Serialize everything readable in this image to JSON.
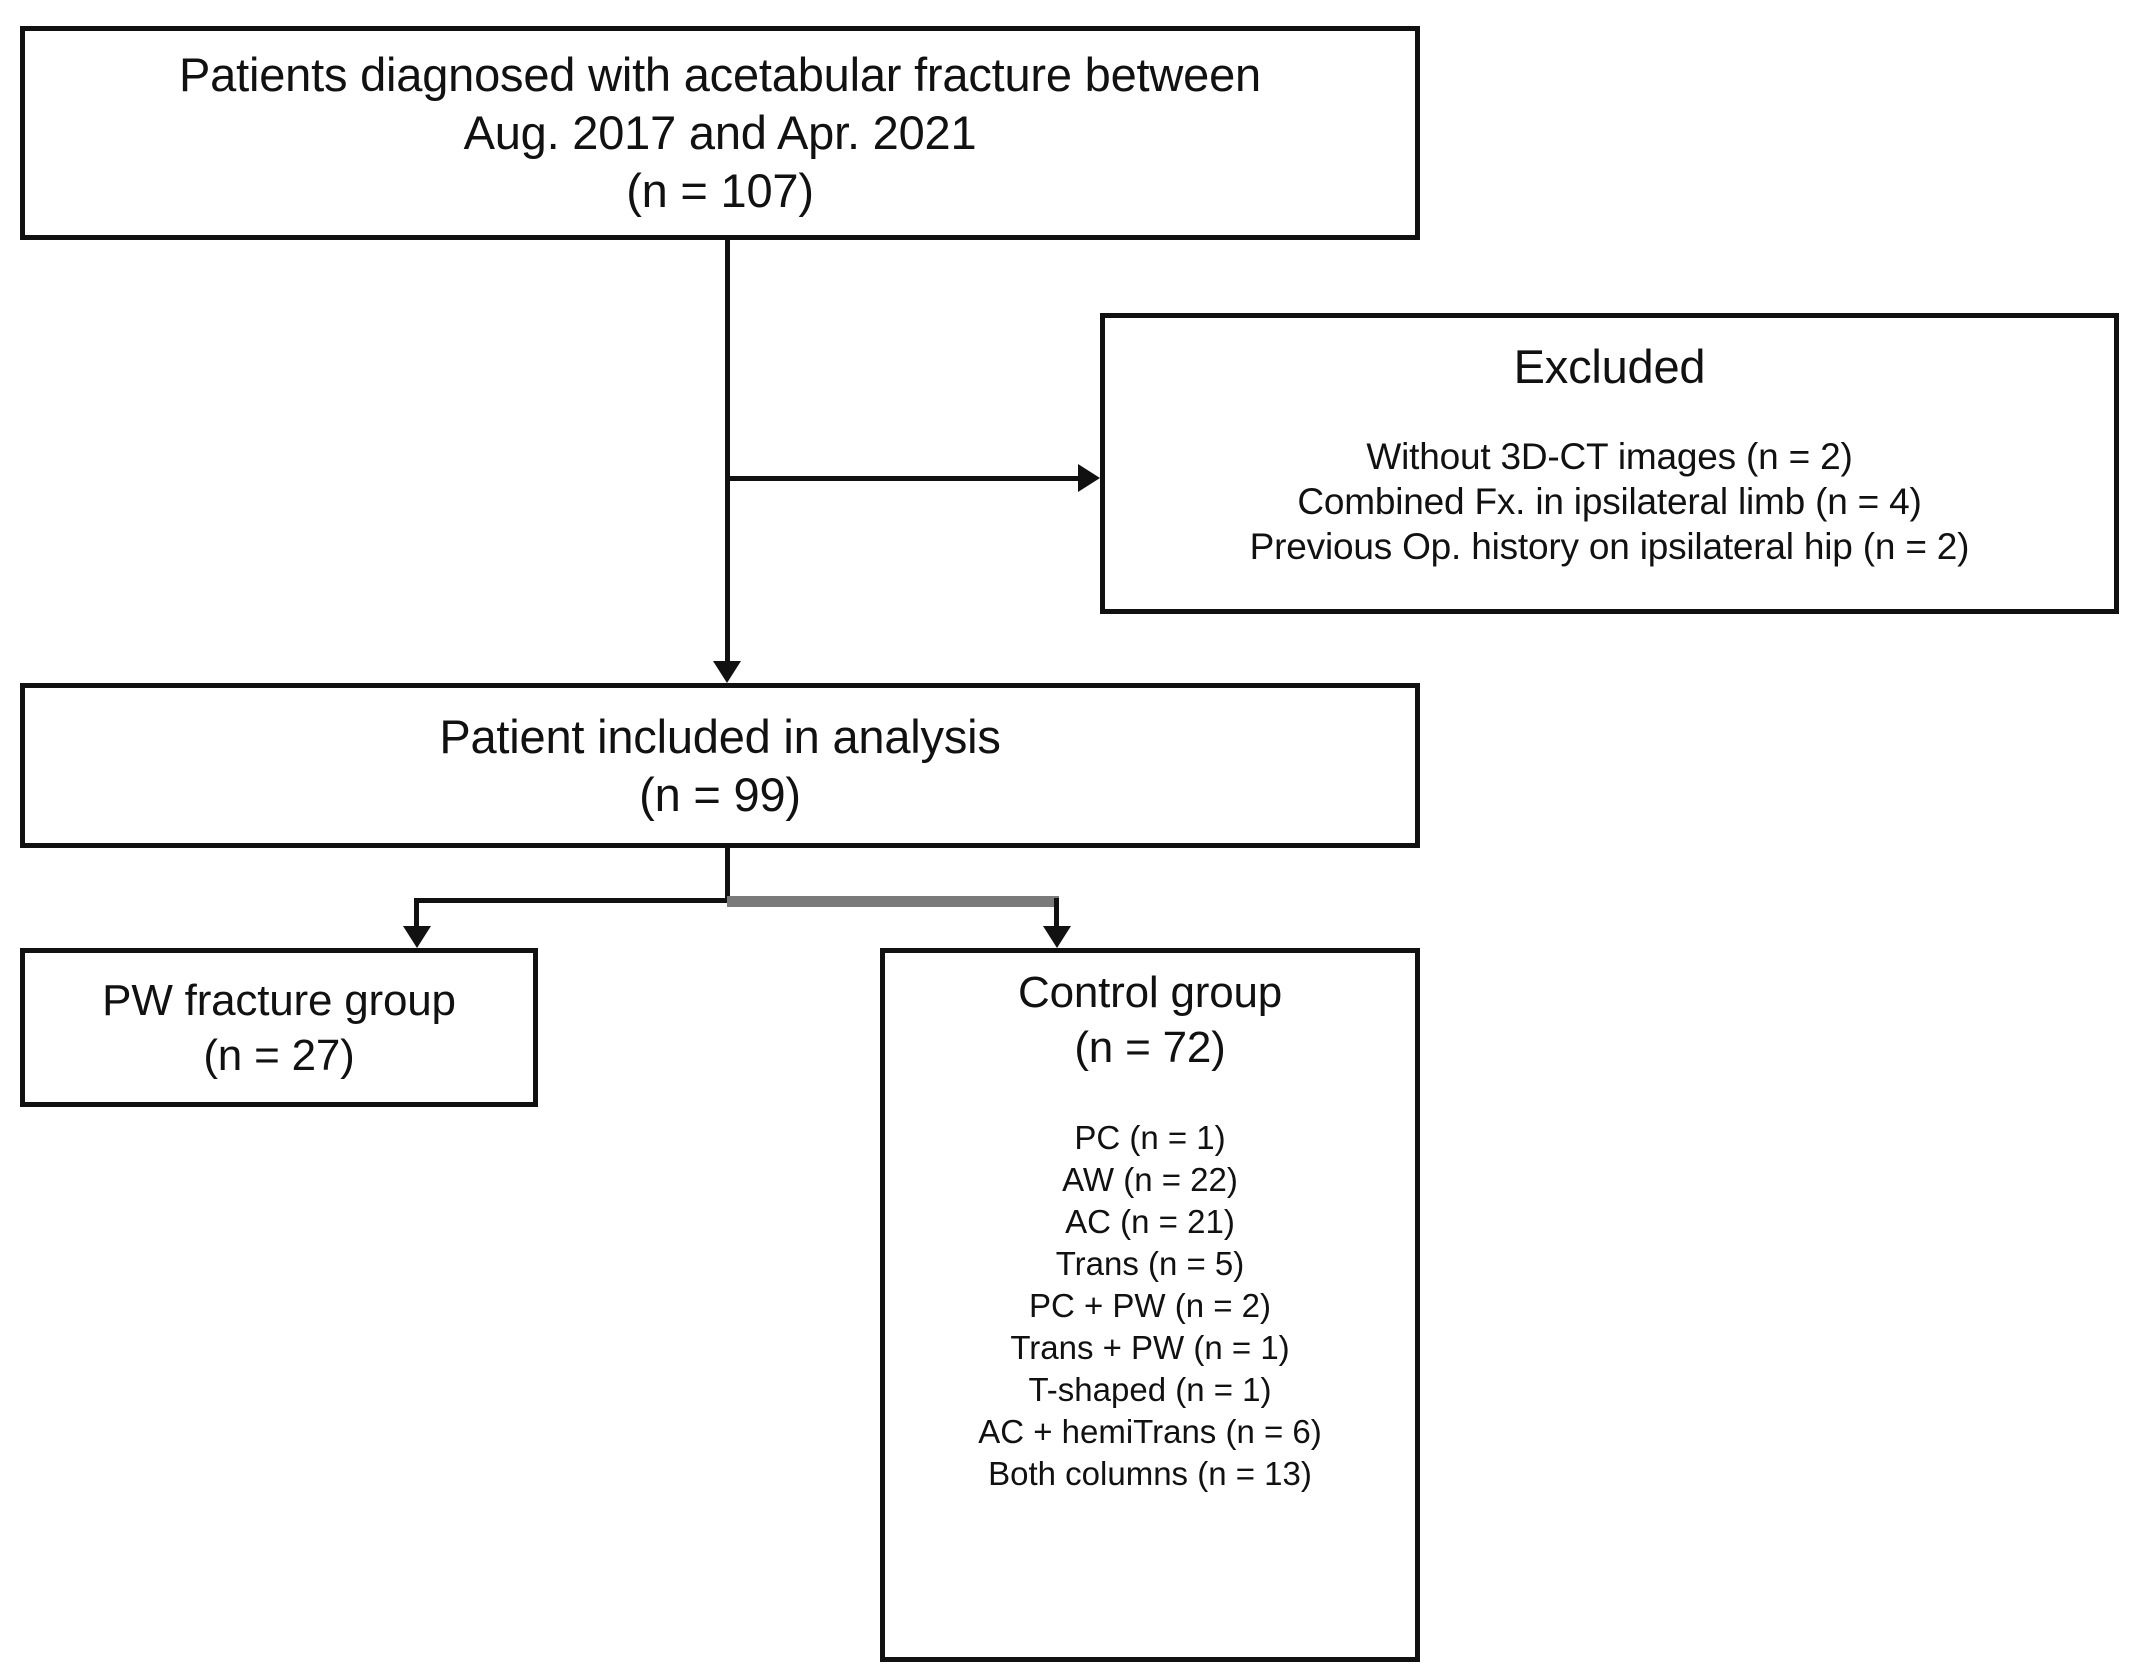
{
  "diagram": {
    "type": "flowchart",
    "title": "Patient selection flow diagram",
    "colors": {
      "stroke": "#111111",
      "gray_connector": "#7a7a7a",
      "background": "#ffffff"
    }
  },
  "enrollment": {
    "line1": "Patients diagnosed with acetabular fracture between",
    "line2": "Aug. 2017 and Apr. 2021",
    "count": "(n = 107)"
  },
  "excluded": {
    "title": "Excluded",
    "reasons": [
      "Without 3D-CT images (n = 2)",
      "Combined Fx. in ipsilateral limb (n = 4)",
      "Previous Op. history on ipsilateral hip (n = 2)"
    ]
  },
  "included": {
    "line1": "Patient included in analysis",
    "count": "(n = 99)"
  },
  "pw_group": {
    "label": "PW fracture group",
    "count": "(n = 27)"
  },
  "control_group": {
    "label": "Control group",
    "count": "(n = 72)",
    "breakdown": [
      "PC (n = 1)",
      "AW (n = 22)",
      "AC (n = 21)",
      "Trans (n = 5)",
      "PC + PW (n = 2)",
      "Trans + PW (n = 1)",
      "T-shaped (n = 1)",
      "AC + hemiTrans (n = 6)",
      "Both columns (n = 13)"
    ]
  }
}
